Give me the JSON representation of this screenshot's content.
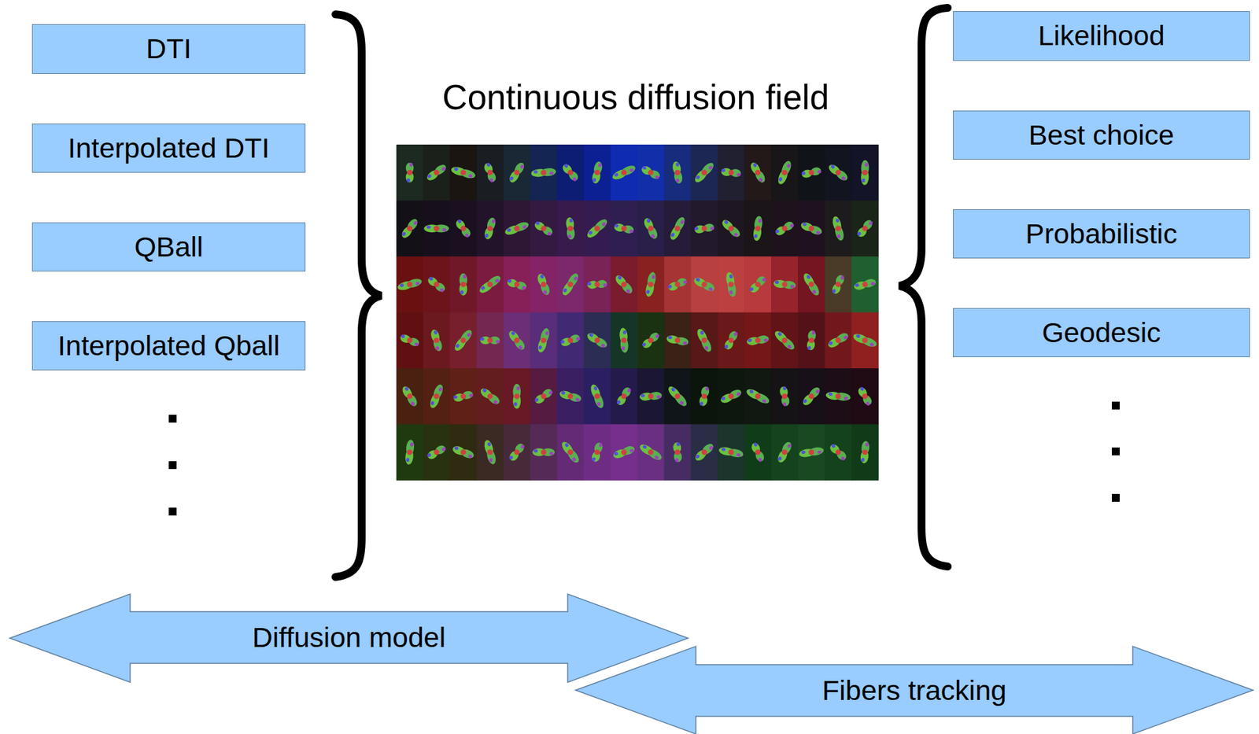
{
  "diagram": {
    "title": "Continuous diffusion field",
    "nodes": [
      {
        "text": [
          "DTI"
        ]
      },
      {
        "text": [
          "Interpolated DTI"
        ]
      },
      {
        "text": [
          "QBall"
        ]
      },
      {
        "text": [
          "Interpolated Qball"
        ]
      },
      {
        "text": [
          "Likelihood"
        ]
      },
      {
        "text": [
          "Best choice"
        ]
      },
      {
        "text": [
          "Probabilistic"
        ]
      },
      {
        "text": [
          "Geodesic"
        ]
      },
      {
        "text": [
          "Diffusion model"
        ]
      },
      {
        "text": [
          "Fibers tracking"
        ]
      }
    ]
  }
}
